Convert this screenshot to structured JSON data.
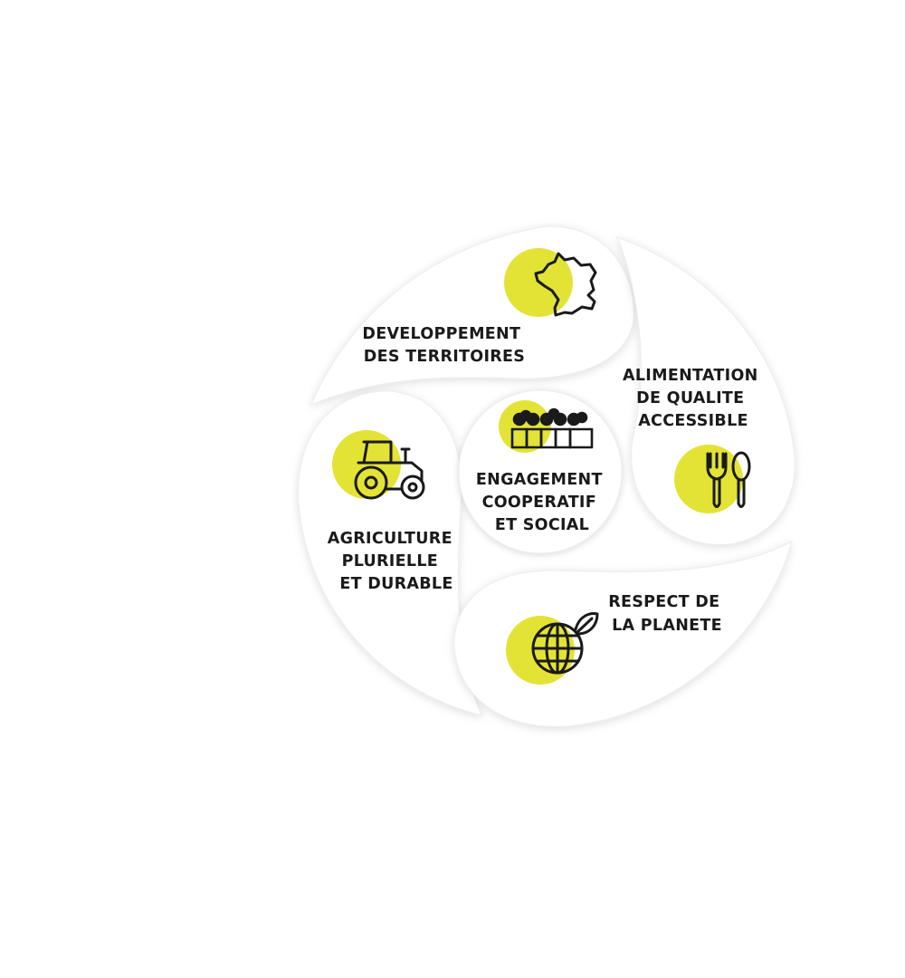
{
  "colors": {
    "accent": "#e3e336",
    "ink": "#1a1a1a",
    "panel": "#ffffff",
    "panel_edge": "#e6e6e6"
  },
  "segments": {
    "territoires": {
      "icon": "france-map-icon",
      "line1": "DEVELOPPEMENT",
      "line2": "DES TERRITOIRES"
    },
    "alimentation": {
      "icon": "fork-spoon-icon",
      "line1": "ALIMENTATION",
      "line2": "DE QUALITE",
      "line3": "ACCESSIBLE"
    },
    "agriculture": {
      "icon": "tractor-icon",
      "line1": "AGRICULTURE",
      "line2": "PLURIELLE",
      "line3": "ET DURABLE"
    },
    "planete": {
      "icon": "globe-leaf-icon",
      "line1": "RESPECT DE",
      "line2": "LA PLANETE"
    },
    "engagement": {
      "icon": "people-group-icon",
      "line1": "ENGAGEMENT",
      "line2": "COOPERATIF",
      "line3": "ET SOCIAL"
    }
  }
}
